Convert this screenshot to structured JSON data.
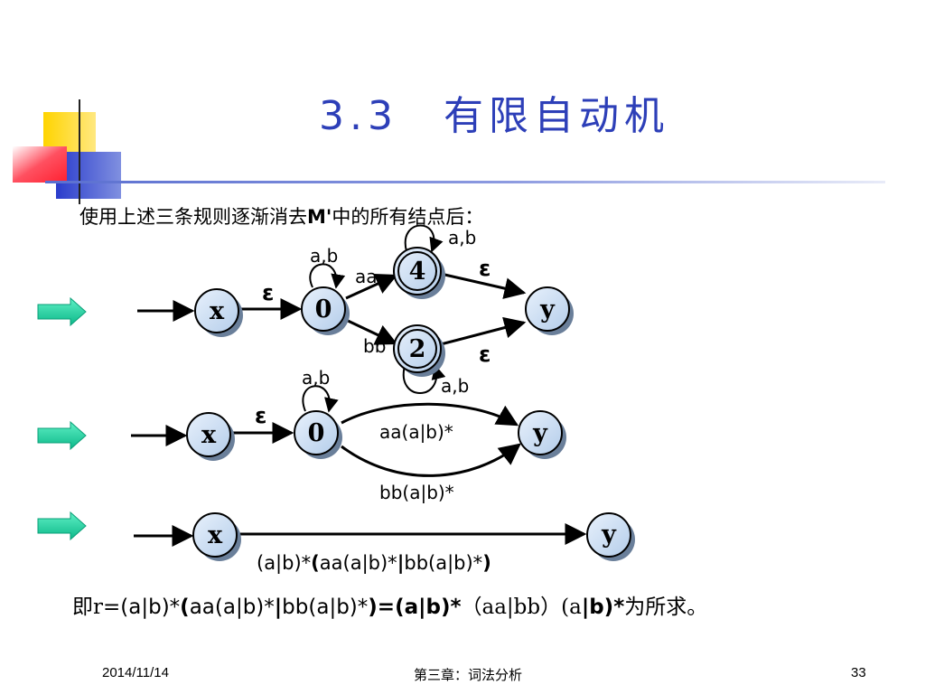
{
  "slide": {
    "title": "3.3　有限自动机",
    "intro_prefix": "使用上述三条规则逐渐消去",
    "intro_bold": "M'",
    "intro_suffix": "中的所有结点后："
  },
  "diagram1": {
    "nodes": {
      "x": "x",
      "n0": "0",
      "n4": "4",
      "n2": "2",
      "y": "y"
    },
    "labels": {
      "eps_x0": "ε",
      "loop0": "a,b",
      "aa": "aa",
      "bb": "bb",
      "loop4": "a,b",
      "loop2": "a,b",
      "eps_4y": "ε",
      "eps_2y": "ε"
    }
  },
  "diagram2": {
    "nodes": {
      "x": "x",
      "n0": "0",
      "y": "y"
    },
    "labels": {
      "eps_x0": "ε",
      "loop0": "a,b",
      "upper": "aa(a|b)*",
      "lower": "bb(a|b)*"
    }
  },
  "diagram3": {
    "nodes": {
      "x": "x",
      "y": "y"
    },
    "labels": {
      "expr_part1": "(a|b)*",
      "expr_paren_open": "(",
      "expr_part2": "aa(a|b)*",
      "expr_bar": "|",
      "expr_part3": "bb(a|b)*",
      "expr_paren_close": ")"
    }
  },
  "result": {
    "prefix": "即r=",
    "part1": "(a|b)*",
    "paren_open": "(",
    "part2": "aa(a|b)*",
    "bar": "|",
    "part3": "bb(a|b)*",
    "paren_close_eq": ")=",
    "bold_part": "(a|b)*",
    "serif_part": "（aa|bb）(a",
    "bold_end": "|b)*",
    "suffix": "为所求。"
  },
  "footer": {
    "date": "2014/11/14",
    "chapter": "第三章：词法分析",
    "page": "33"
  },
  "colors": {
    "title": "#2d3fb8",
    "node_fill": "#c9ddf5",
    "arrow_fill": "#1ad5a3",
    "deco_yellow": "#ffd400",
    "deco_red": "#ff3040",
    "deco_blue": "#3344cc"
  }
}
